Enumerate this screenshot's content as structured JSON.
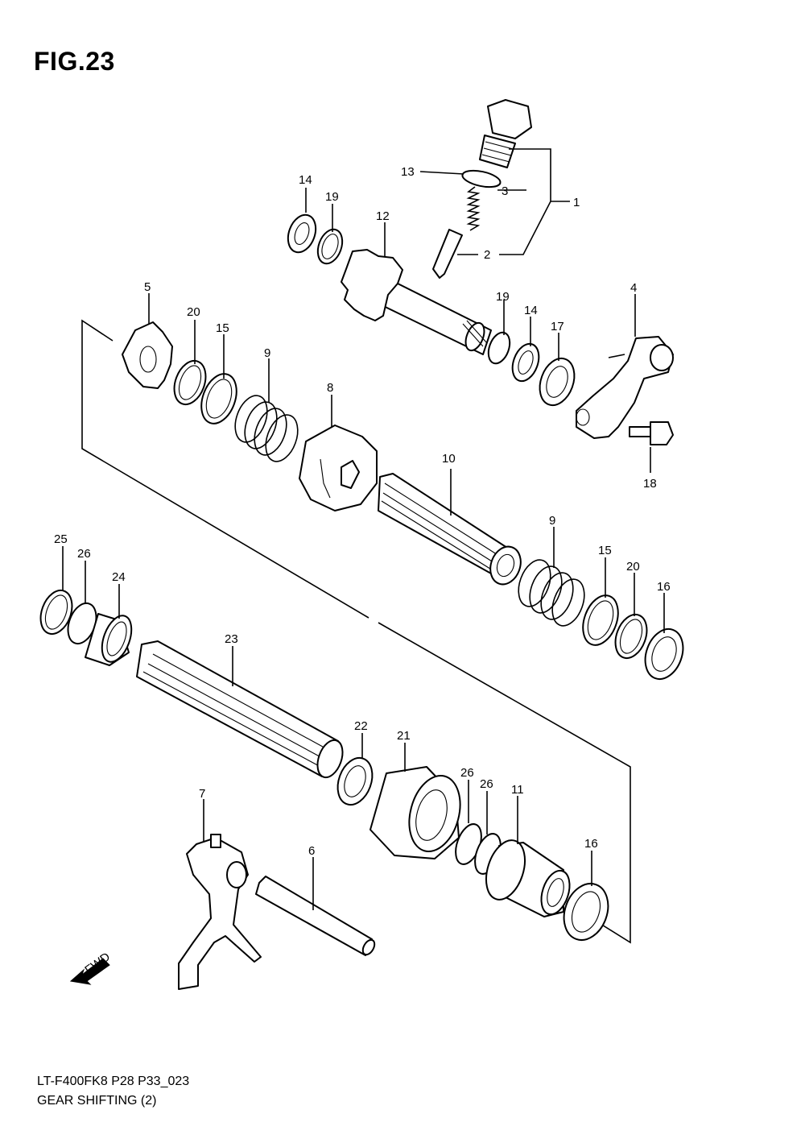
{
  "figure": {
    "title": "FIG.23"
  },
  "footer": {
    "model_code": "LT-F400FK8 P28 P33_023",
    "description": "GEAR SHIFTING (2)"
  },
  "fwd_badge": "FWD",
  "callouts": [
    "1",
    "2",
    "3",
    "4",
    "5",
    "6",
    "7",
    "8",
    "9",
    "9",
    "10",
    "11",
    "12",
    "13",
    "14",
    "14",
    "15",
    "15",
    "16",
    "16",
    "17",
    "18",
    "19",
    "19",
    "20",
    "20",
    "21",
    "22",
    "23",
    "24",
    "25",
    "26",
    "26",
    "26"
  ]
}
